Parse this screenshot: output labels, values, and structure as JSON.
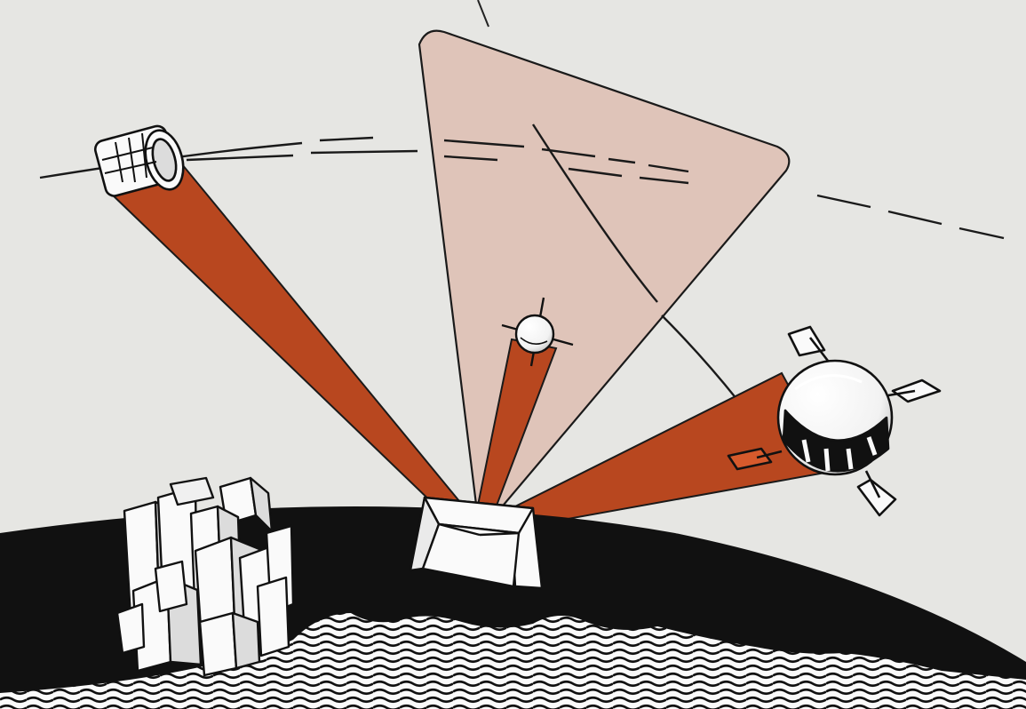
{
  "illustration": {
    "elements": [
      "orbit-path",
      "satellite-cylinder",
      "satellite-small-sphere",
      "satellite-large-sphere",
      "ground-station",
      "city-buildings",
      "earth-surface",
      "ocean-waves"
    ]
  },
  "colors": {
    "sky": "#e6e6e3",
    "earth": "#111111",
    "beam": "#b8471f",
    "cone": "#ddbdb1",
    "outline": "#1a1a1a",
    "white": "#fafafa"
  }
}
